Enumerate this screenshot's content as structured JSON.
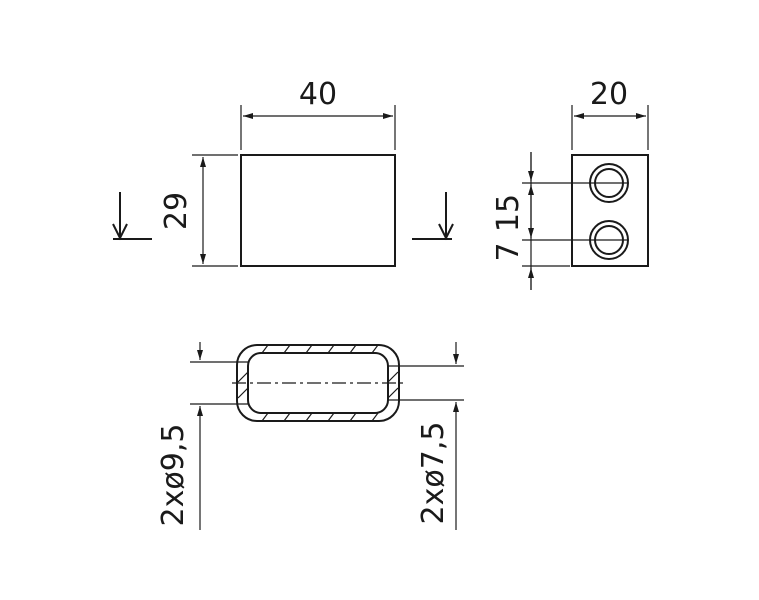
{
  "dimensions": {
    "front_width": "40",
    "front_height": "29",
    "side_width": "20",
    "side_spacing_lower": "7",
    "side_spacing_upper": "15",
    "outer_diameter": "2xø9,5",
    "inner_diameter": "2xø7,5"
  },
  "colors": {
    "line": "#1a1a1a",
    "background": "#ffffff"
  },
  "icons": {
    "section_marker": "section-arrow-icon"
  }
}
